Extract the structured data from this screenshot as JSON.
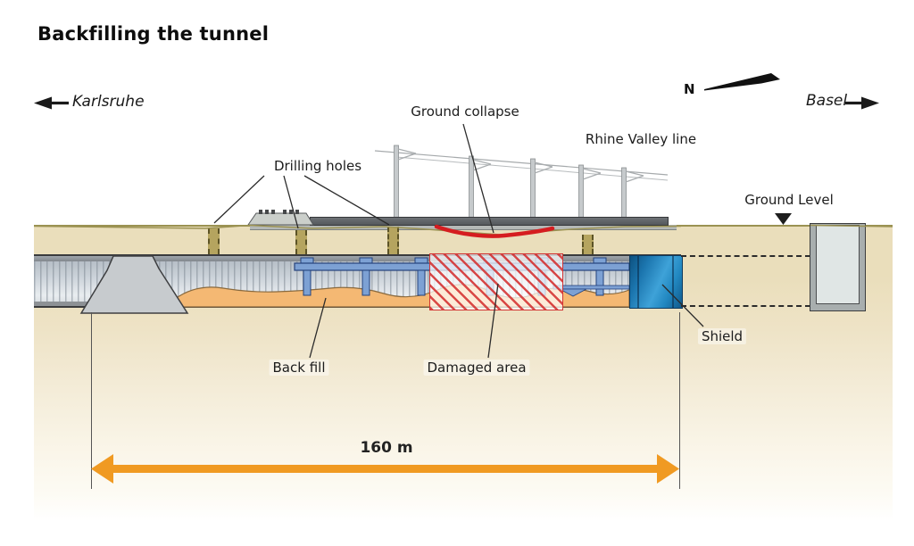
{
  "title": "Backfilling the tunnel",
  "compass": {
    "north": "N"
  },
  "directions": {
    "left": "Karlsruhe",
    "right": "Basel"
  },
  "labels": {
    "ground_collapse": "Ground collapse",
    "rhine_valley_line": "Rhine Valley line",
    "drilling_holes": "Drilling holes",
    "ground_level": "Ground Level",
    "shield": "Shield",
    "back_fill": "Back fill",
    "damaged_area": "Damaged area"
  },
  "dimension": {
    "length": "160 m"
  },
  "colors": {
    "surface_line": "#9b9252",
    "drill_fill": "#b5a45f",
    "backfill": "#f4b873",
    "damaged_border": "#d23434",
    "collapse_line": "#d51d20",
    "shield_blue": "#2187c0",
    "frame_blue": "#7da1d4",
    "dim_arrow": "#f09a22"
  }
}
